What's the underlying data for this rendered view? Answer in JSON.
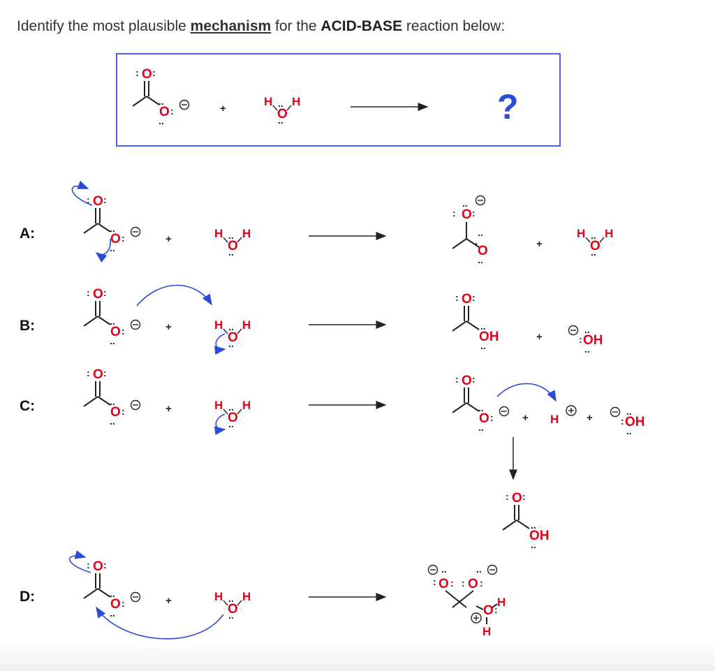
{
  "question": {
    "prefix": "Identify the most plausible ",
    "keyword1": "mechanism",
    "middle": " for the ",
    "keyword2": "ACID-BASE",
    "suffix": " reaction below:"
  },
  "header_box": {
    "question_mark": "?"
  },
  "options": [
    {
      "label": "A:"
    },
    {
      "label": "B:"
    },
    {
      "label": "C:"
    },
    {
      "label": "D:"
    }
  ],
  "symbols": {
    "O": "O",
    "H": "H",
    "OH": "OH",
    "plus": "+",
    "pair": ":",
    "dots": "..",
    "minus": "⊖",
    "plus_charge": "⊕"
  },
  "colors": {
    "atom": "#e3001b",
    "curly_arrow": "#2b4bd9",
    "box_border": "#4a63d4"
  }
}
